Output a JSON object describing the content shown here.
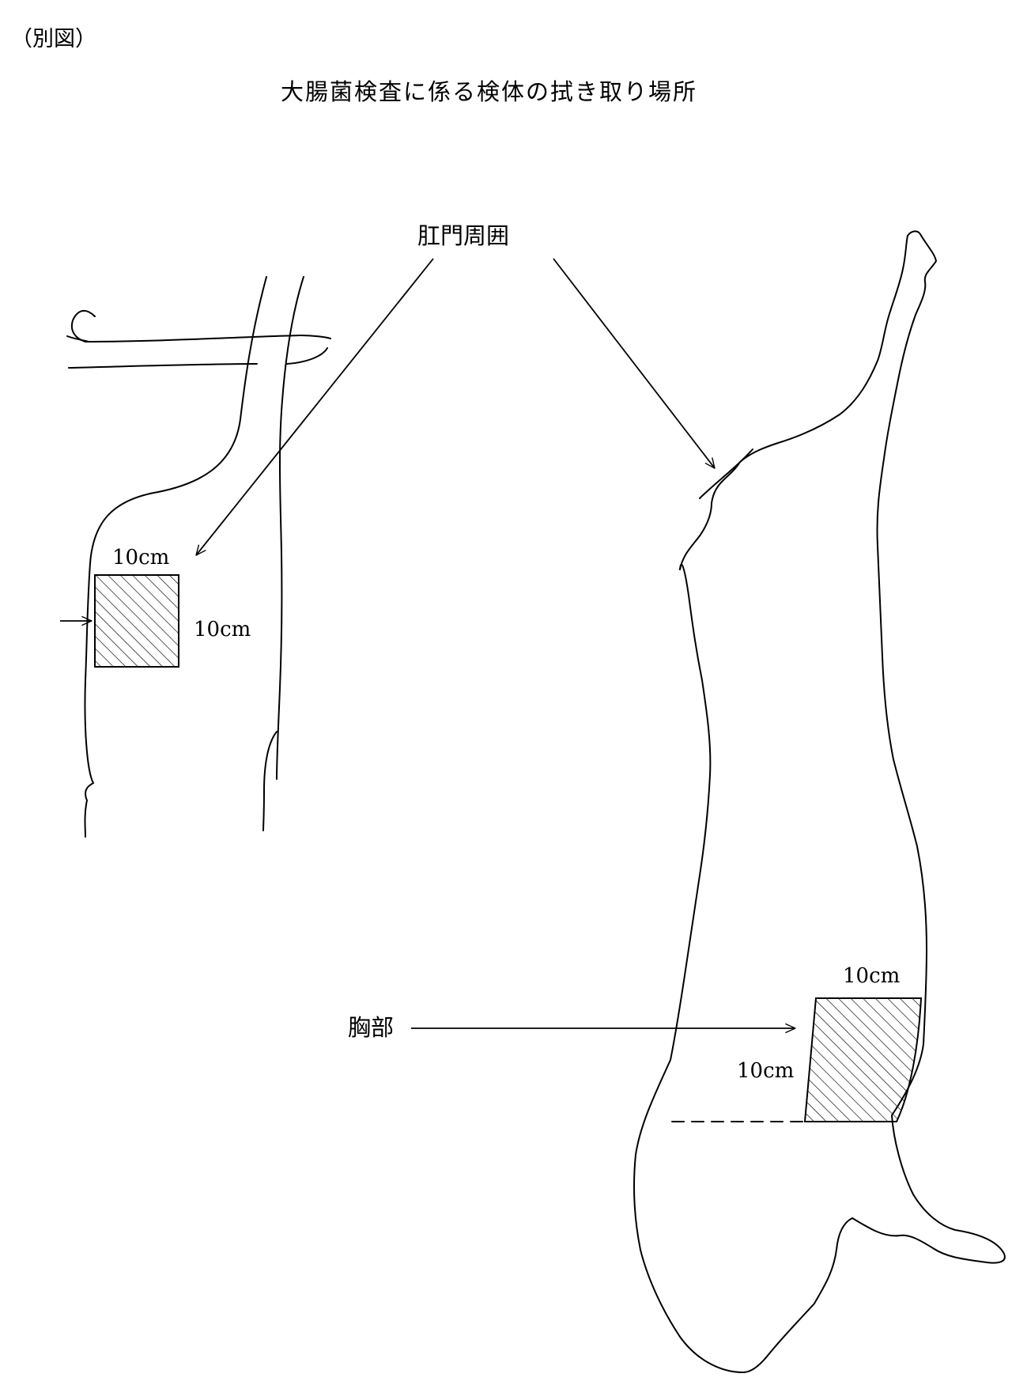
{
  "page": {
    "corner_label": "（別図）",
    "title": "大腸菌検査に係る検体の拭き取り場所"
  },
  "labels": {
    "anus_area": "肛門周囲",
    "chest": "胸部",
    "left_width": "10cm",
    "left_height": "10cm",
    "right_width": "10cm",
    "right_height": "10cm"
  },
  "style": {
    "line_color": "#000000",
    "background": "#ffffff"
  }
}
